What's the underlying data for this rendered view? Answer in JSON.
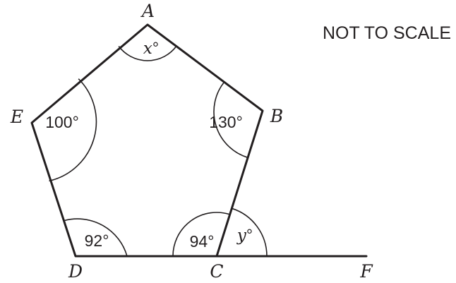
{
  "note": "NOT TO SCALE",
  "vertices": {
    "A": "A",
    "B": "B",
    "C": "C",
    "D": "D",
    "E": "E",
    "F": "F"
  },
  "angles": {
    "A": {
      "var": "x",
      "deg": "°"
    },
    "B": "130°",
    "C_interior": "94°",
    "C_exterior": {
      "var": "y",
      "deg": "°"
    },
    "D": "92°",
    "E": "100°"
  },
  "colors": {
    "ink": "#231f20",
    "background": "#ffffff"
  }
}
